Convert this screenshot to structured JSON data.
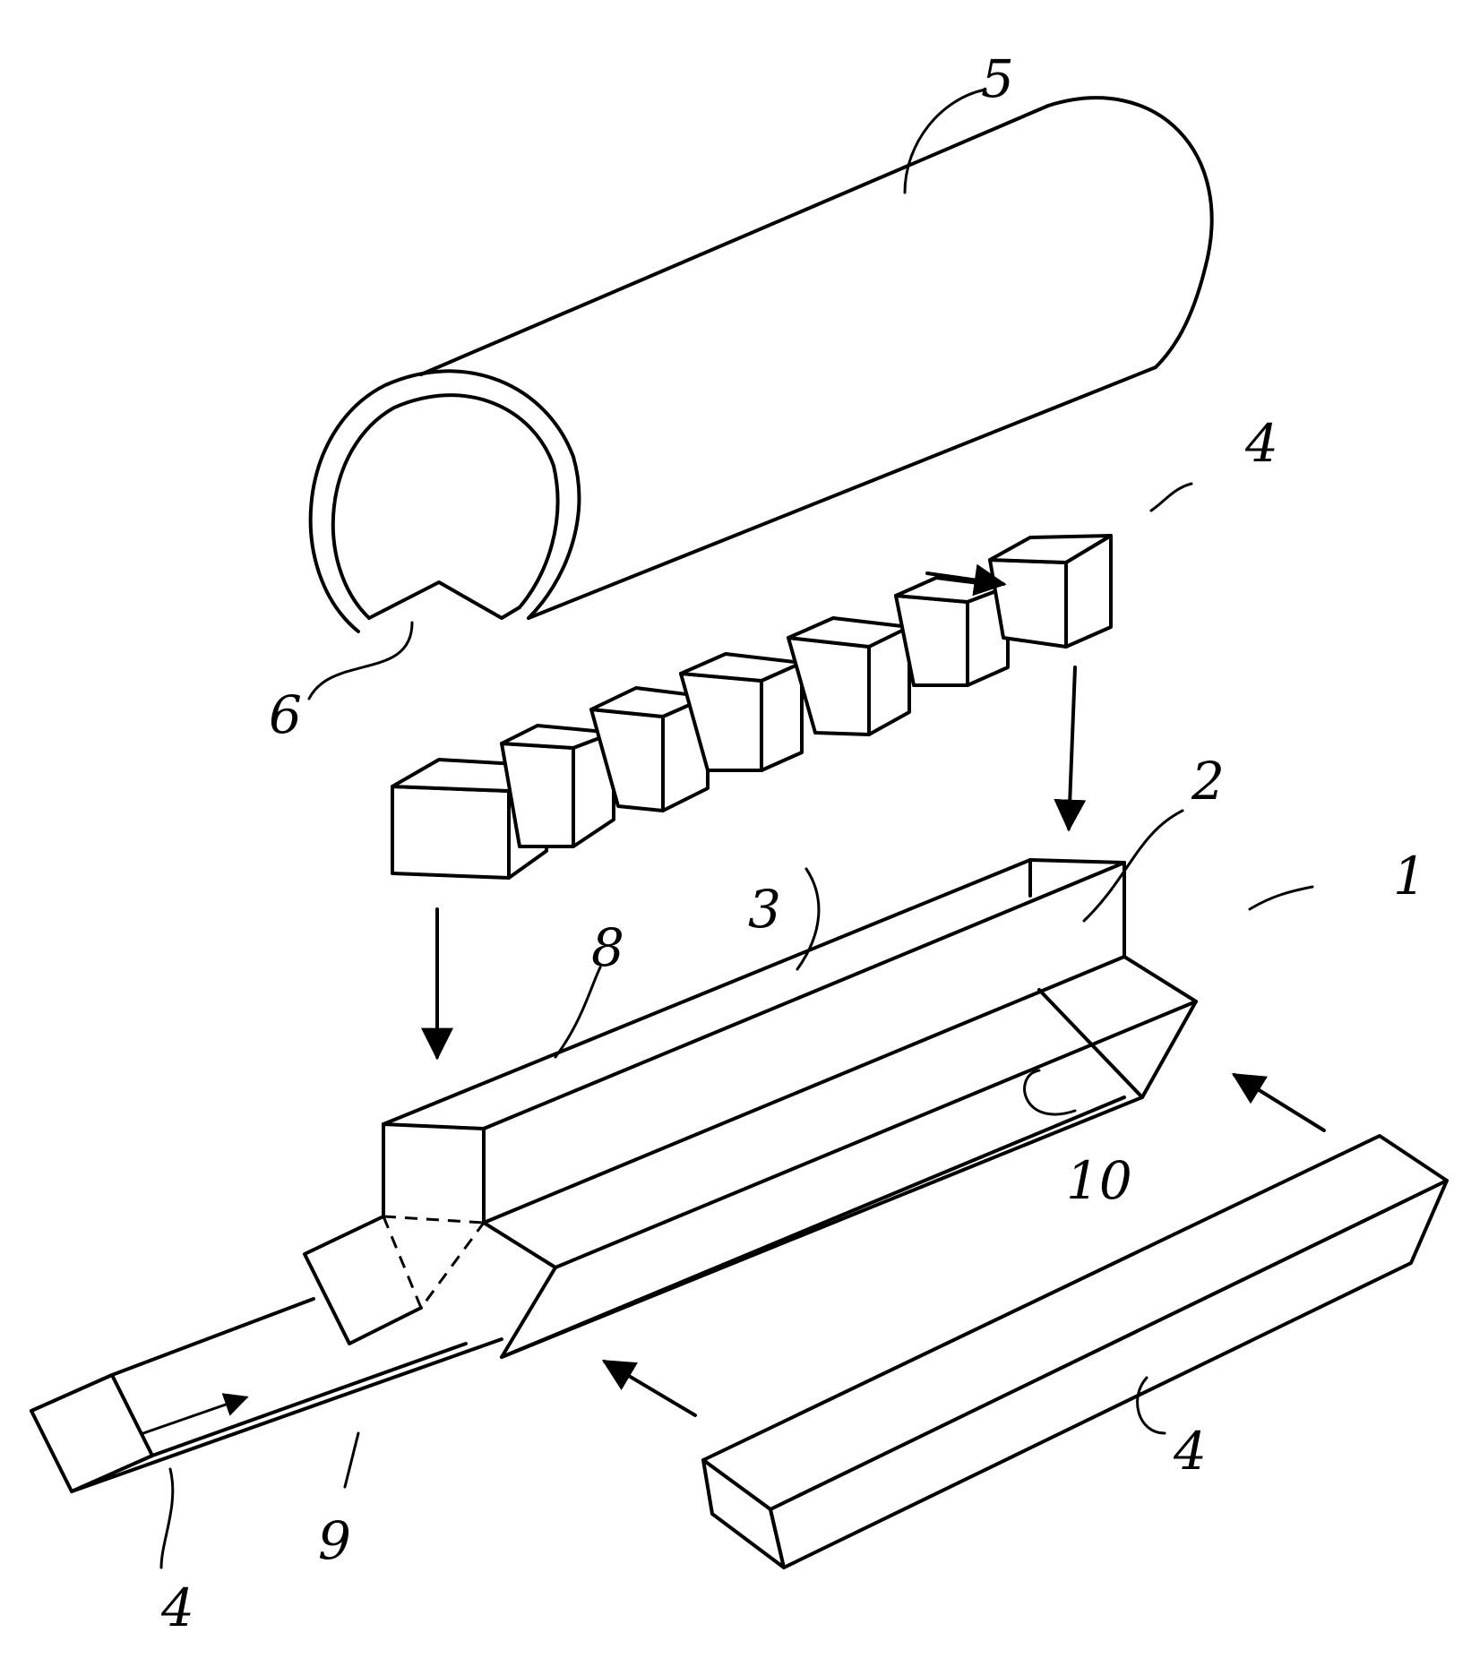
{
  "labels": {
    "tube": "5",
    "groove": "6",
    "cubes_group": "4",
    "trough": "2",
    "trough_side": "3",
    "trough_edge": "8",
    "assembly": "1",
    "underside": "10",
    "right_bar": "4",
    "left_bar": "4",
    "bottom_bar": "9"
  },
  "icons": {
    "arrow": "arrow-icon"
  },
  "colors": {
    "ink": "#000000",
    "paper": "#ffffff"
  }
}
